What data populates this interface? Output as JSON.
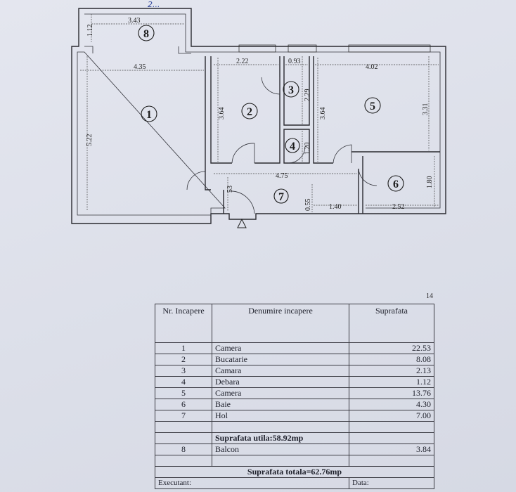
{
  "handwritten_note": "2...",
  "plan": {
    "rooms": [
      {
        "id": "room-1",
        "number": "1"
      },
      {
        "id": "room-2",
        "number": "2"
      },
      {
        "id": "room-3",
        "number": "3"
      },
      {
        "id": "room-4",
        "number": "4"
      },
      {
        "id": "room-5",
        "number": "5"
      },
      {
        "id": "room-6",
        "number": "6"
      },
      {
        "id": "room-7",
        "number": "7"
      },
      {
        "id": "room-8",
        "number": "8"
      }
    ],
    "dims": {
      "d_343": "3.43",
      "d_112": "1.12",
      "d_435": "4.35",
      "d_522": "5.22",
      "d_222": "2.22",
      "d_364a": "3.64",
      "d_093": "0.93",
      "d_229": "2.29",
      "d_120": "1.20",
      "d_364b": "3.64",
      "d_402": "4.02",
      "d_331": "3.31",
      "d_475": "4.75",
      "d_180": "1.80",
      "d_53": "53",
      "d_055": "0.55",
      "d_140": "1.40",
      "d_252": "2.52"
    }
  },
  "table": {
    "col_nr": "Nr. Incapere",
    "col_name": "Denumire incapere",
    "col_area": "Suprafata",
    "rows": [
      {
        "nr": "1",
        "name": "Camera",
        "area": "22.53"
      },
      {
        "nr": "2",
        "name": "Bucatarie",
        "area": "8.08"
      },
      {
        "nr": "3",
        "name": "Camara",
        "area": "2.13"
      },
      {
        "nr": "4",
        "name": "Debara",
        "area": "1.12"
      },
      {
        "nr": "5",
        "name": "Camera",
        "area": "13.76"
      },
      {
        "nr": "6",
        "name": "Baie",
        "area": "4.30"
      },
      {
        "nr": "7",
        "name": "Hol",
        "area": "7.00"
      }
    ],
    "useful_area": "Suprafata utila:58.92mp",
    "balcony": {
      "nr": "8",
      "name": "Balcon",
      "area": "3.84"
    },
    "total_area": "Suprafata totala=62.76mp",
    "executant_label": "Executant:",
    "data_label": "Data:"
  }
}
